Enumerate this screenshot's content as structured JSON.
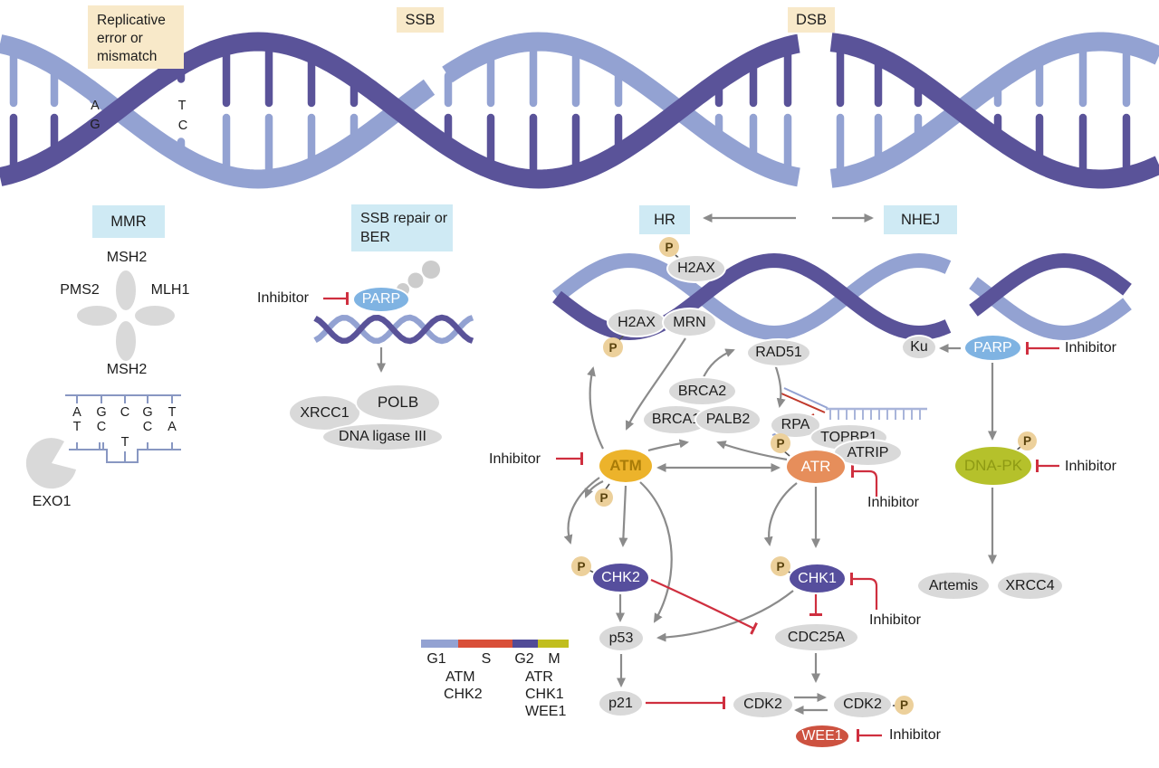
{
  "palette": {
    "strand_light": "#93a2d2",
    "strand_dark": "#5a5399",
    "node_gray": "#d9d9d9",
    "atm_gold": "#ecb32b",
    "atm_text": "#a97c08",
    "atr_orange": "#e68e5b",
    "chk_purple": "#564e9d",
    "parp_blue": "#7fb3e2",
    "dnapk_olive": "#b5c12b",
    "dnapk_text": "#8e9a14",
    "wee1_red": "#cd5240",
    "phospho_tan": "#ecd09b",
    "inhibitor_red": "#cf2f3f",
    "arrow_gray": "#8b8b8b",
    "label_tan": "#f8e9c9",
    "label_cyan": "#cfeaf4"
  },
  "damage_labels": {
    "replicative": "Replicative error or mismatch",
    "ssb": "SSB",
    "dsb": "DSB"
  },
  "helix_mismatch": {
    "a": "A",
    "g": "G",
    "t": "T",
    "c": "C"
  },
  "pathways": {
    "mmr": "MMR",
    "ssb_repair": "SSB repair or BER",
    "hr": "HR",
    "nhej": "NHEJ"
  },
  "common": {
    "p": "P",
    "inhibitor": "Inhibitor"
  },
  "mmr": {
    "msh2": "MSH2",
    "pms2": "PMS2",
    "mlh1": "MLH1",
    "exo1": "EXO1",
    "top_bases": [
      "A",
      "G",
      "C",
      "G",
      "T"
    ],
    "bottom_bases": [
      "T",
      "C",
      "C",
      "A"
    ],
    "mismatch_base": "T"
  },
  "ssb_repair": {
    "parp": "PARP",
    "xrcc1": "XRCC1",
    "polb": "POLB",
    "ligase": "DNA ligase III"
  },
  "hr": {
    "h2ax": "H2AX",
    "mrn": "MRN",
    "rad51": "RAD51",
    "brca2": "BRCA2",
    "brca1": "BRCA1",
    "palb2": "PALB2",
    "rpa": "RPA",
    "topbp1": "TOPBP1",
    "atrip": "ATRIP",
    "atm": "ATM",
    "atr": "ATR",
    "chk2": "CHK2",
    "chk1": "CHK1",
    "p53": "p53",
    "cdc25a": "CDC25A",
    "p21": "p21",
    "cdk2": "CDK2",
    "wee1": "WEE1"
  },
  "nhej": {
    "ku": "Ku",
    "parp": "PARP",
    "dnapk": "DNA-PK",
    "artemis": "Artemis",
    "xrcc4": "XRCC4"
  },
  "cell_cycle": {
    "phases": [
      {
        "label": "G1",
        "color": "#93a2d2"
      },
      {
        "label": "S",
        "color": "#d94f38"
      },
      {
        "label": "G2",
        "color": "#514b97"
      },
      {
        "label": "M",
        "color": "#c1be1e"
      }
    ],
    "g1_s_proteins": [
      "ATM",
      "CHK2"
    ],
    "g2_m_proteins": [
      "ATR",
      "CHK1",
      "WEE1"
    ]
  }
}
